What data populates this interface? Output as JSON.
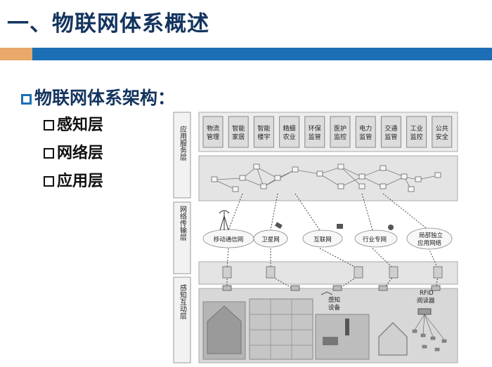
{
  "title": "一、物联网体系概述",
  "main_bullet": "物联网体系架构：",
  "sub_bullets": [
    "感知层",
    "网络层",
    "应用层"
  ],
  "diagram": {
    "layer_labels": [
      "应用服务层",
      "网络传输层",
      "感知互动层"
    ],
    "app_boxes": [
      [
        "物流",
        "管理"
      ],
      [
        "智能",
        "家居"
      ],
      [
        "智能",
        "楼宇"
      ],
      [
        "精细",
        "农业"
      ],
      [
        "环保",
        "监管"
      ],
      [
        "医护",
        "监控"
      ],
      [
        "电力",
        "监管"
      ],
      [
        "交通",
        "监管"
      ],
      [
        "工业",
        "监控"
      ],
      [
        "公共",
        "安全"
      ]
    ],
    "networks": [
      "移动通信网",
      "卫星网",
      "互联网",
      "行业专网",
      "局部独立",
      "应用网络"
    ],
    "device_labels": [
      "感知",
      "设备",
      "RFID",
      "阅读器"
    ]
  },
  "colors": {
    "title": "#13345f",
    "accent_blue": "#1d6fb5",
    "accent_orange": "#e8a96a"
  }
}
